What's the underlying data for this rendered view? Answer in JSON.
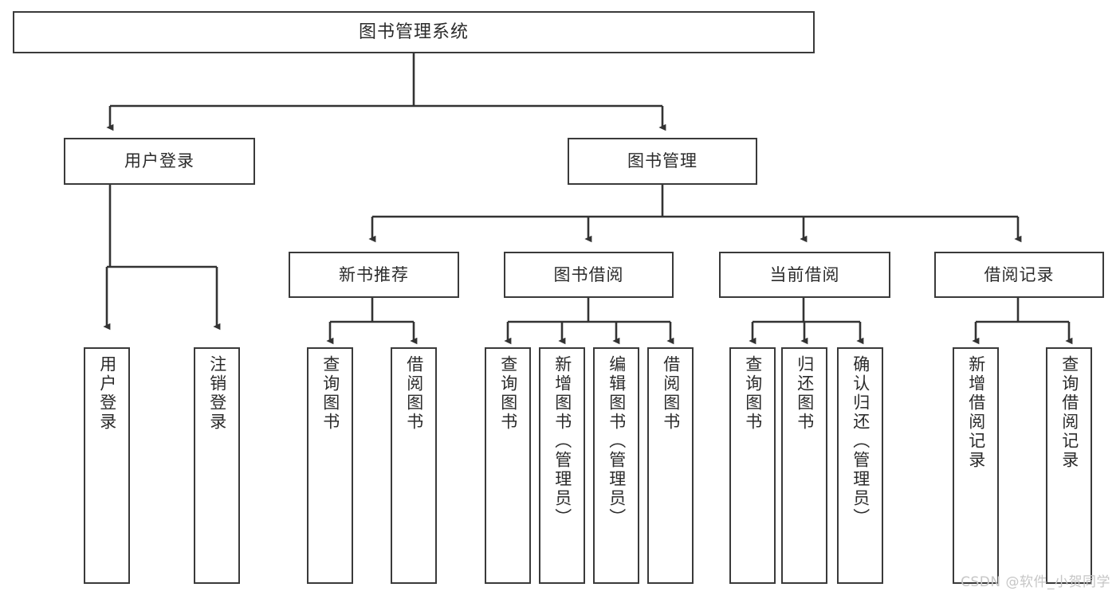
{
  "diagram": {
    "type": "tree-hierarchy",
    "title": "图书管理系统",
    "root": {
      "label": "图书管理系统"
    },
    "level2": [
      {
        "label": "用户登录"
      },
      {
        "label": "图书管理"
      }
    ],
    "level3": [
      {
        "label": "新书推荐"
      },
      {
        "label": "图书借阅"
      },
      {
        "label": "当前借阅"
      },
      {
        "label": "借阅记录"
      }
    ],
    "leaves": {
      "user_login": [
        {
          "label": "用户登录"
        },
        {
          "label": "注销登录"
        }
      ],
      "new_book_recommend": [
        {
          "label": "查询图书"
        },
        {
          "label": "借阅图书"
        }
      ],
      "book_borrow": [
        {
          "label": "查询图书"
        },
        {
          "label": "新增图书（管理员）"
        },
        {
          "label": "编辑图书（管理员）"
        },
        {
          "label": "借阅图书"
        }
      ],
      "current_borrow": [
        {
          "label": "查询图书"
        },
        {
          "label": "归还图书"
        },
        {
          "label": "确认归还（管理员）"
        }
      ],
      "borrow_record": [
        {
          "label": "新增借阅记录"
        },
        {
          "label": "查询借阅记录"
        }
      ]
    },
    "watermark": "CSDN @软件_小贺同学",
    "colors": {
      "box_border": "#3a3a3a",
      "box_fill": "#ffffff",
      "text": "#2b2b2b",
      "connector": "#333333",
      "watermark": "#c6c6c6",
      "background": "#ffffff"
    }
  }
}
